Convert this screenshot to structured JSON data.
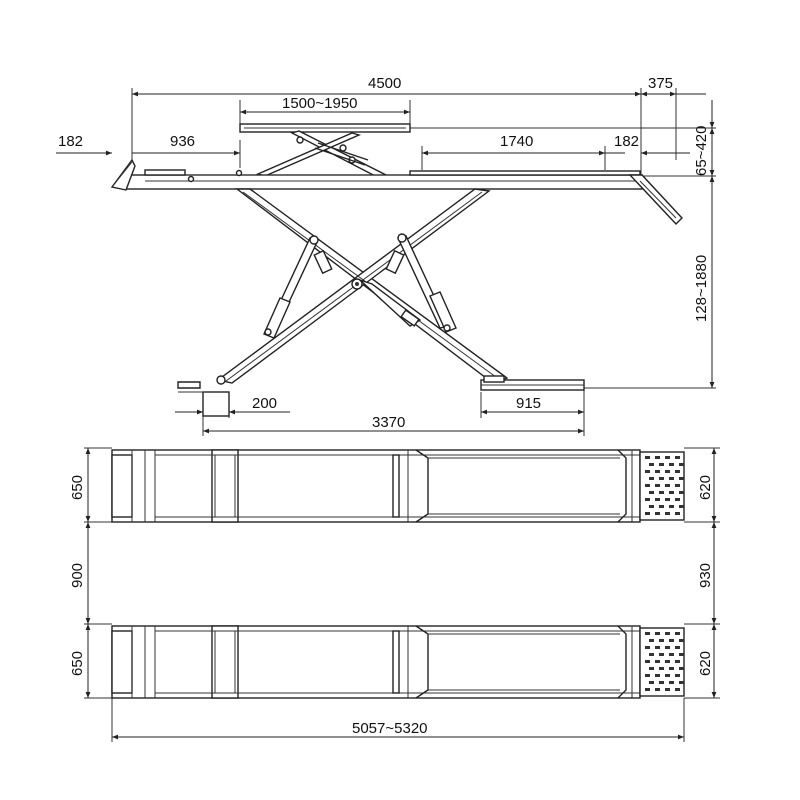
{
  "side_view": {
    "total_length": "4500",
    "ramp_overhang": "375",
    "secondary_table": "1500~1950",
    "left_ramp": "182",
    "left_offset": "936",
    "right_section": "1740",
    "right_ramp": "182",
    "table_travel": "65~420",
    "lift_height": "128~1880",
    "base_left_pad": "200",
    "base_span": "3370",
    "base_right_pad": "915"
  },
  "top_view": {
    "runway_width_left_1": "650",
    "runway_gap_left": "900",
    "runway_width_left_2": "650",
    "runway_width_right_1": "620",
    "runway_gap_right": "930",
    "runway_width_right_2": "620",
    "overall_length": "5057~5320"
  }
}
